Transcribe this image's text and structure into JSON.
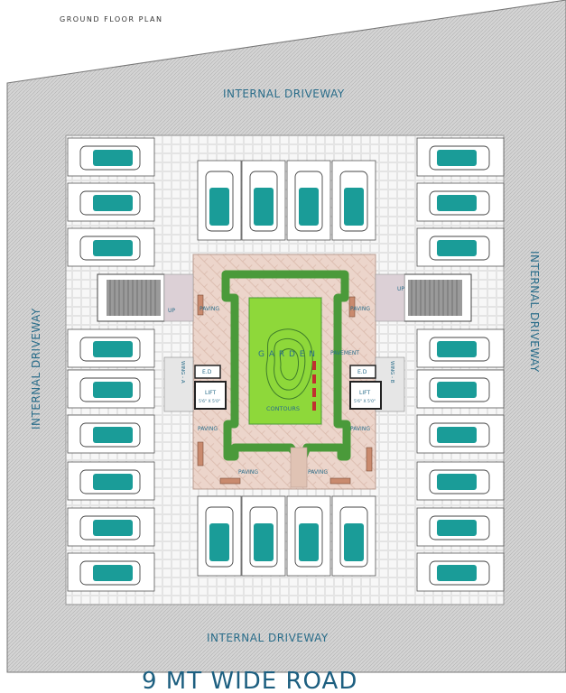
{
  "title": "GROUND FLOOR PLAN",
  "labels": {
    "driveway_top": "INTERNAL DRIVEWAY",
    "driveway_bottom": "INTERNAL DRIVEWAY",
    "driveway_left": "INTERNAL DRIVEWAY",
    "driveway_right": "INTERNAL DRIVEWAY",
    "road": "9 MT WIDE ROAD",
    "garden": "G A R D E N",
    "contours": "CONTOURS",
    "pavement": "PAVEMENT",
    "paving": "PAVING",
    "wing_a": "WING - A",
    "wing_b": "WING - B",
    "lift": "LIFT",
    "lift_size": "5'6\" X 5'0\"",
    "ed": "E.D",
    "up": "UP"
  },
  "colors": {
    "site": "#d0d0d0",
    "car": "#1a9c98",
    "lawn": "#8ed83a",
    "hedge": "#4a9a3a",
    "paving": "#e9d3cc",
    "stair": "#8c8c8c",
    "text": "#2a6d8a",
    "road": "#1d5f80"
  }
}
